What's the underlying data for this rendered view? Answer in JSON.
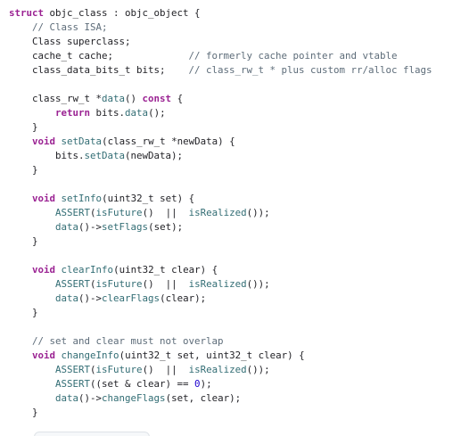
{
  "colors": {
    "keyword": "#9b2393",
    "comment": "#5d6c79",
    "function": "#326d74",
    "number": "#1c00cf",
    "plain": "#1f1f24"
  },
  "code_lines": [
    [
      {
        "t": "kw",
        "v": "struct"
      },
      {
        "t": "pl",
        "v": " objc_class : objc_object {"
      }
    ],
    [
      {
        "t": "pl",
        "v": "    "
      },
      {
        "t": "cm",
        "v": "// Class ISA;"
      }
    ],
    [
      {
        "t": "pl",
        "v": "    Class superclass;"
      }
    ],
    [
      {
        "t": "pl",
        "v": "    cache_t cache;             "
      },
      {
        "t": "cm",
        "v": "// formerly cache pointer and vtable"
      }
    ],
    [
      {
        "t": "pl",
        "v": "    class_data_bits_t bits;    "
      },
      {
        "t": "cm",
        "v": "// class_rw_t * plus custom rr/alloc flags"
      }
    ],
    [
      {
        "t": "pl",
        "v": ""
      }
    ],
    [
      {
        "t": "pl",
        "v": "    class_rw_t *"
      },
      {
        "t": "fn",
        "v": "data"
      },
      {
        "t": "pl",
        "v": "() "
      },
      {
        "t": "kw",
        "v": "const"
      },
      {
        "t": "pl",
        "v": " {"
      }
    ],
    [
      {
        "t": "pl",
        "v": "        "
      },
      {
        "t": "kw",
        "v": "return"
      },
      {
        "t": "pl",
        "v": " bits."
      },
      {
        "t": "fn",
        "v": "data"
      },
      {
        "t": "pl",
        "v": "();"
      }
    ],
    [
      {
        "t": "pl",
        "v": "    }"
      }
    ],
    [
      {
        "t": "pl",
        "v": "    "
      },
      {
        "t": "kw",
        "v": "void"
      },
      {
        "t": "pl",
        "v": " "
      },
      {
        "t": "fn",
        "v": "setData"
      },
      {
        "t": "pl",
        "v": "(class_rw_t *newData) {"
      }
    ],
    [
      {
        "t": "pl",
        "v": "        bits."
      },
      {
        "t": "fn",
        "v": "setData"
      },
      {
        "t": "pl",
        "v": "(newData);"
      }
    ],
    [
      {
        "t": "pl",
        "v": "    }"
      }
    ],
    [
      {
        "t": "pl",
        "v": ""
      }
    ],
    [
      {
        "t": "pl",
        "v": "    "
      },
      {
        "t": "kw",
        "v": "void"
      },
      {
        "t": "pl",
        "v": " "
      },
      {
        "t": "fn",
        "v": "setInfo"
      },
      {
        "t": "pl",
        "v": "(uint32_t set) {"
      }
    ],
    [
      {
        "t": "pl",
        "v": "        "
      },
      {
        "t": "fn",
        "v": "ASSERT"
      },
      {
        "t": "pl",
        "v": "("
      },
      {
        "t": "fn",
        "v": "isFuture"
      },
      {
        "t": "pl",
        "v": "()  ||  "
      },
      {
        "t": "fn",
        "v": "isRealized"
      },
      {
        "t": "pl",
        "v": "());"
      }
    ],
    [
      {
        "t": "pl",
        "v": "        "
      },
      {
        "t": "fn",
        "v": "data"
      },
      {
        "t": "pl",
        "v": "()->"
      },
      {
        "t": "fn",
        "v": "setFlags"
      },
      {
        "t": "pl",
        "v": "(set);"
      }
    ],
    [
      {
        "t": "pl",
        "v": "    }"
      }
    ],
    [
      {
        "t": "pl",
        "v": ""
      }
    ],
    [
      {
        "t": "pl",
        "v": "    "
      },
      {
        "t": "kw",
        "v": "void"
      },
      {
        "t": "pl",
        "v": " "
      },
      {
        "t": "fn",
        "v": "clearInfo"
      },
      {
        "t": "pl",
        "v": "(uint32_t clear) {"
      }
    ],
    [
      {
        "t": "pl",
        "v": "        "
      },
      {
        "t": "fn",
        "v": "ASSERT"
      },
      {
        "t": "pl",
        "v": "("
      },
      {
        "t": "fn",
        "v": "isFuture"
      },
      {
        "t": "pl",
        "v": "()  ||  "
      },
      {
        "t": "fn",
        "v": "isRealized"
      },
      {
        "t": "pl",
        "v": "());"
      }
    ],
    [
      {
        "t": "pl",
        "v": "        "
      },
      {
        "t": "fn",
        "v": "data"
      },
      {
        "t": "pl",
        "v": "()->"
      },
      {
        "t": "fn",
        "v": "clearFlags"
      },
      {
        "t": "pl",
        "v": "(clear);"
      }
    ],
    [
      {
        "t": "pl",
        "v": "    }"
      }
    ],
    [
      {
        "t": "pl",
        "v": ""
      }
    ],
    [
      {
        "t": "pl",
        "v": "    "
      },
      {
        "t": "cm",
        "v": "// set and clear must not overlap"
      }
    ],
    [
      {
        "t": "pl",
        "v": "    "
      },
      {
        "t": "kw",
        "v": "void"
      },
      {
        "t": "pl",
        "v": " "
      },
      {
        "t": "fn",
        "v": "changeInfo"
      },
      {
        "t": "pl",
        "v": "(uint32_t set, uint32_t clear) {"
      }
    ],
    [
      {
        "t": "pl",
        "v": "        "
      },
      {
        "t": "fn",
        "v": "ASSERT"
      },
      {
        "t": "pl",
        "v": "("
      },
      {
        "t": "fn",
        "v": "isFuture"
      },
      {
        "t": "pl",
        "v": "()  ||  "
      },
      {
        "t": "fn",
        "v": "isRealized"
      },
      {
        "t": "pl",
        "v": "());"
      }
    ],
    [
      {
        "t": "pl",
        "v": "        "
      },
      {
        "t": "fn",
        "v": "ASSERT"
      },
      {
        "t": "pl",
        "v": "((set & clear) == "
      },
      {
        "t": "num",
        "v": "0"
      },
      {
        "t": "pl",
        "v": ");"
      }
    ],
    [
      {
        "t": "pl",
        "v": "        "
      },
      {
        "t": "fn",
        "v": "data"
      },
      {
        "t": "pl",
        "v": "()->"
      },
      {
        "t": "fn",
        "v": "changeFlags"
      },
      {
        "t": "pl",
        "v": "(set, clear);"
      }
    ],
    [
      {
        "t": "pl",
        "v": "    }"
      }
    ]
  ]
}
